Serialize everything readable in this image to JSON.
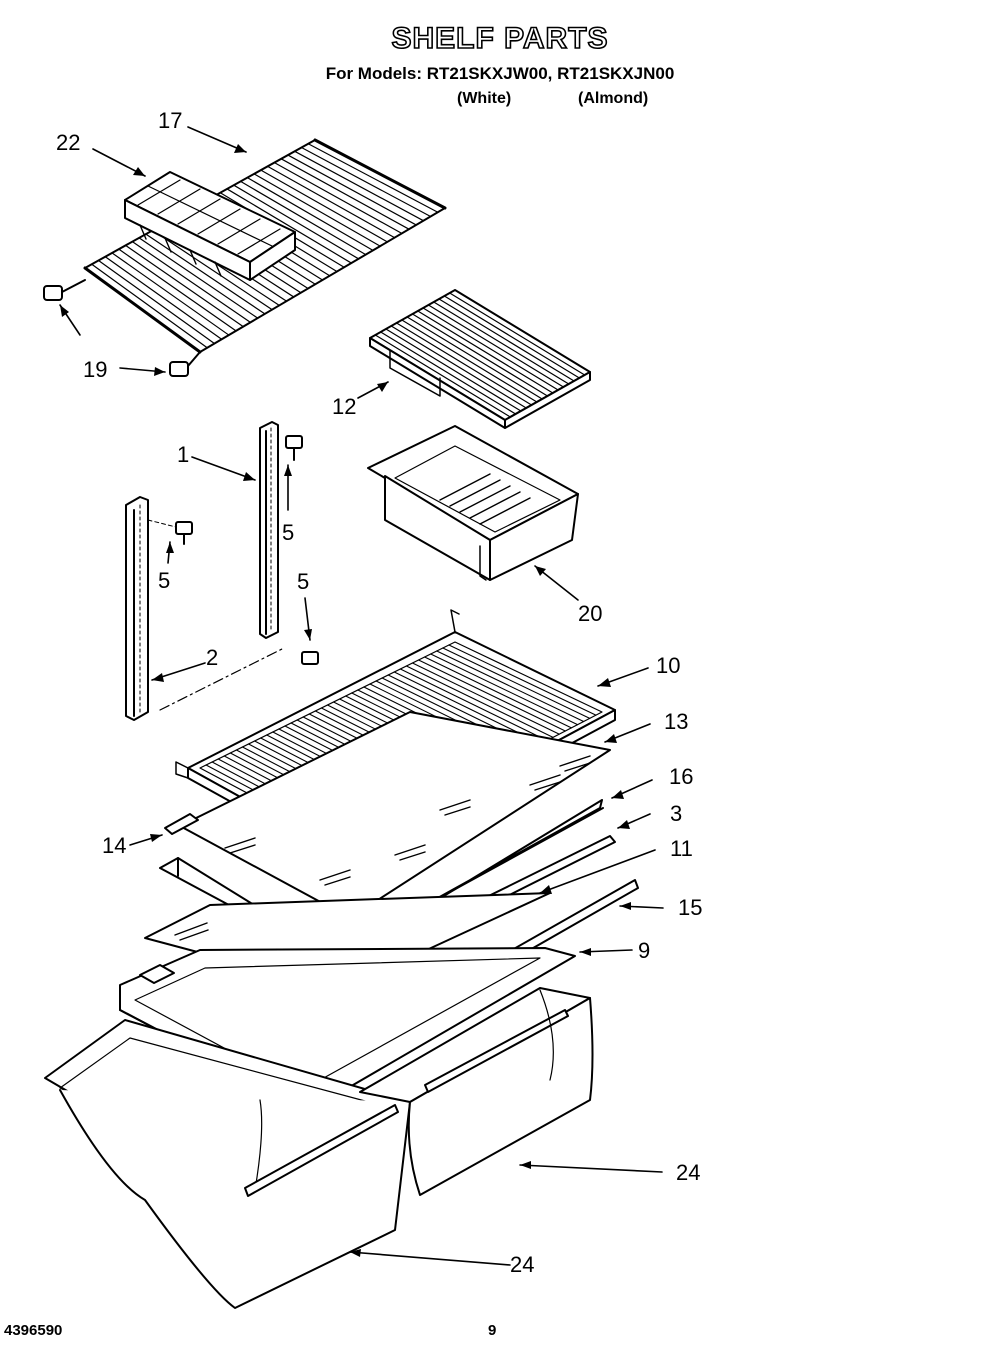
{
  "header": {
    "title": "SHELF PARTS",
    "models_line": "For Models: RT21SKXJW00, RT21SKXJN00",
    "variant_white": "(White)",
    "variant_almond": "(Almond)"
  },
  "footer": {
    "doc_number": "4396590",
    "page_number": "9"
  },
  "callouts": [
    "17",
    "22",
    "19",
    "12",
    "1",
    "5",
    "5",
    "5",
    "2",
    "20",
    "10",
    "13",
    "16",
    "3",
    "14",
    "11",
    "15",
    "9",
    "24",
    "24"
  ]
}
